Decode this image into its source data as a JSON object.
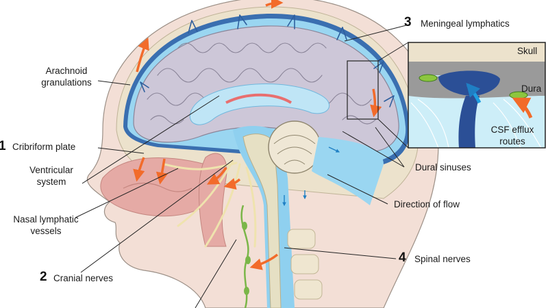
{
  "labels": {
    "arachnoid_1": "Arachnoid",
    "arachnoid_2": "granulations",
    "cribriform": "Cribriform plate",
    "ventricular_1": "Ventricular",
    "ventricular_2": "system",
    "nasal_1": "Nasal lymphatic",
    "nasal_2": "vessels",
    "cranial": "Cranial nerves",
    "meningeal": "Meningeal lymphatics",
    "skull": "Skull",
    "dura": "Dura",
    "csf_1": "CSF efflux",
    "csf_2": "routes",
    "dural_sinuses": "Dural sinuses",
    "direction": "Direction of flow",
    "spinal": "Spinal nerves"
  },
  "numbers": {
    "n1": "1",
    "n2": "2",
    "n3": "3",
    "n4": "4"
  },
  "colors": {
    "skin": "#f3dfd6",
    "skull": "#ece2cc",
    "brain": "#cdc7d8",
    "csf": "#8fd0ef",
    "ventricle": "#bfe5f6",
    "dura": "#2e5f9e",
    "arrow": "#f26b2a",
    "lymph": "#7ab648",
    "nerve": "#efe3ae"
  }
}
